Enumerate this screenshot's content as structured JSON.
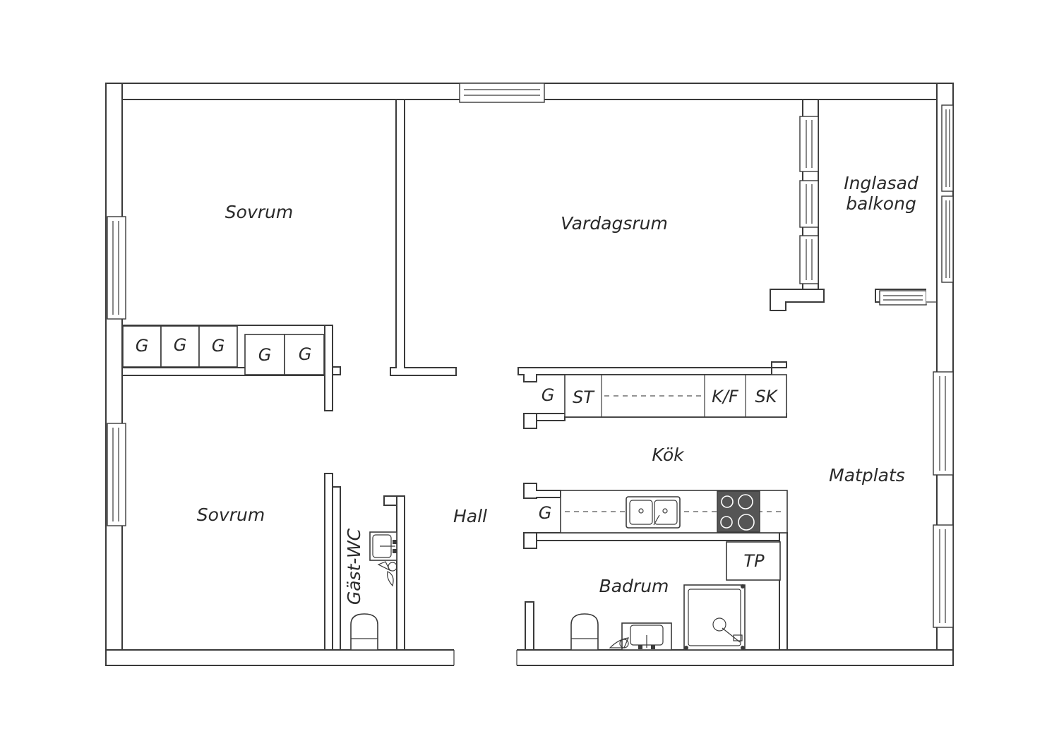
{
  "colors": {
    "line": "#3a3a3a",
    "background": "#ffffff",
    "hob": "#555555"
  },
  "rooms": {
    "bedroom_top": "Sovrum",
    "bedroom_bottom": "Sovrum",
    "living": "Vardagsrum",
    "balcony_line1": "Inglasad",
    "balcony_line2": "balkong",
    "kitchen": "Kök",
    "dining": "Matplats",
    "hall": "Hall",
    "guest_wc": "Gäst-WC",
    "bathroom": "Badrum"
  },
  "fixtures": {
    "wardrobe": "G",
    "stove": "ST",
    "fridge_freezer": "K/F",
    "tall_cabinet": "SK",
    "washer": "TP"
  }
}
